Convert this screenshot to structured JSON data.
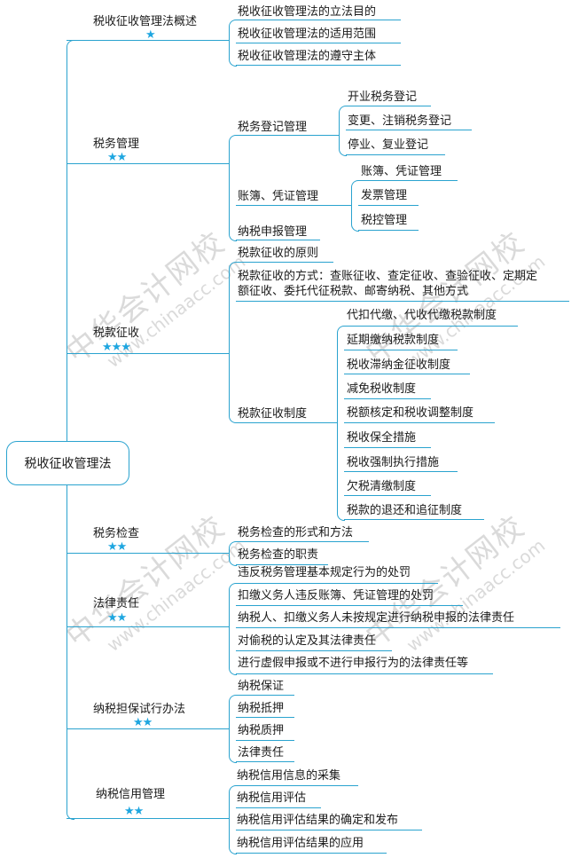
{
  "root": {
    "label": "税收征收管理法"
  },
  "branches": [
    {
      "label": "税收征收管理法概述",
      "stars": "★",
      "children": [
        {
          "label": "税收征收管理法的立法目的"
        },
        {
          "label": "税收征收管理法的适用范围"
        },
        {
          "label": "税收征收管理法的遵守主体"
        }
      ]
    },
    {
      "label": "税务管理",
      "stars": "★★",
      "children": [
        {
          "label": "税务登记管理",
          "children": [
            {
              "label": "开业税务登记"
            },
            {
              "label": "变更、注销税务登记"
            },
            {
              "label": "停业、复业登记"
            }
          ]
        },
        {
          "label": "账簿、凭证管理",
          "children": [
            {
              "label": "账簿、凭证管理"
            },
            {
              "label": "发票管理"
            },
            {
              "label": "税控管理"
            }
          ]
        },
        {
          "label": "纳税申报管理"
        }
      ]
    },
    {
      "label": "税款征收",
      "stars": "★★★",
      "children": [
        {
          "label": "税款征收的原则"
        },
        {
          "label_line1": "税款征收的方式：查账征收、查定征收、查验征收、定期定",
          "label_line2": "额征收、委托代征税款、邮寄纳税、其他方式"
        },
        {
          "label": "税款征收制度",
          "children": [
            {
              "label": "代扣代缴、代收代缴税款制度"
            },
            {
              "label": "延期缴纳税款制度"
            },
            {
              "label": "税收滞纳金征收制度"
            },
            {
              "label": "减免税收制度"
            },
            {
              "label": "税额核定和税收调整制度"
            },
            {
              "label": "税收保全措施"
            },
            {
              "label": "税收强制执行措施"
            },
            {
              "label": "欠税清缴制度"
            },
            {
              "label": "税款的退还和追征制度"
            }
          ]
        }
      ]
    },
    {
      "label": "税务检查",
      "stars": "★★",
      "children": [
        {
          "label": "税务检查的形式和方法"
        },
        {
          "label": "税务检查的职责"
        }
      ]
    },
    {
      "label": "法律责任",
      "stars": "★★",
      "children": [
        {
          "label": "违反税务管理基本规定行为的处罚"
        },
        {
          "label": "扣缴义务人违反账簿、凭证管理的处罚"
        },
        {
          "label": "纳税人、扣缴义务人未按规定进行纳税申报的法律责任"
        },
        {
          "label": "对偷税的认定及其法律责任"
        },
        {
          "label": "进行虚假申报或不进行申报行为的法律责任等"
        }
      ]
    },
    {
      "label": "纳税担保试行办法",
      "stars": "★★",
      "children": [
        {
          "label": "纳税保证"
        },
        {
          "label": "纳税抵押"
        },
        {
          "label": "纳税质押"
        },
        {
          "label": "法律责任"
        }
      ]
    },
    {
      "label": "纳税信用管理",
      "stars": "★★",
      "children": [
        {
          "label": "纳税信用信息的采集"
        },
        {
          "label": "纳税信用评估"
        },
        {
          "label": "纳税信用评估结果的确定和发布"
        },
        {
          "label": "纳税信用评估结果的应用"
        }
      ]
    }
  ],
  "watermark": {
    "text": "中华会计网校",
    "url": "www.chinaacc.com"
  },
  "colors": {
    "line": "#2aa3cf",
    "star": "#1ea6e0",
    "text": "#1a1a1a"
  }
}
